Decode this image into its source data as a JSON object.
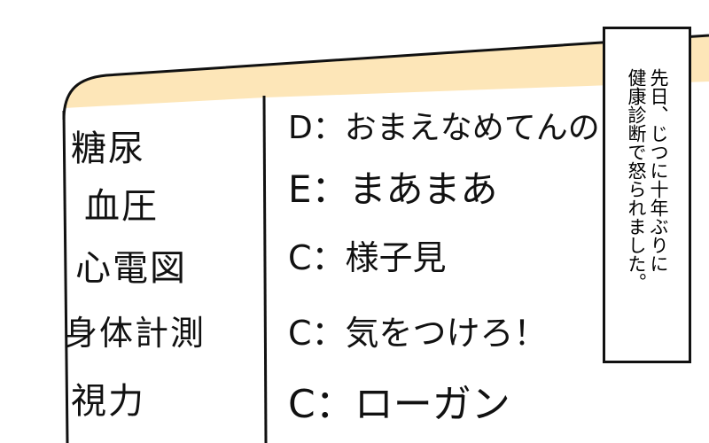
{
  "colors": {
    "band": "#fde6b8",
    "ink": "#111111"
  },
  "caption": {
    "lines": [
      "先日、じつに十年ぶりに",
      "健康診断で怒られました。"
    ]
  },
  "checkup": {
    "items": [
      "糖尿",
      "血圧",
      "心電図",
      "身体計測",
      "視力"
    ],
    "results": [
      "D：おまえなめてんの",
      "E：まあまあ",
      "C：様子見",
      "C：気をつけろ！",
      "C：ローガン"
    ]
  }
}
